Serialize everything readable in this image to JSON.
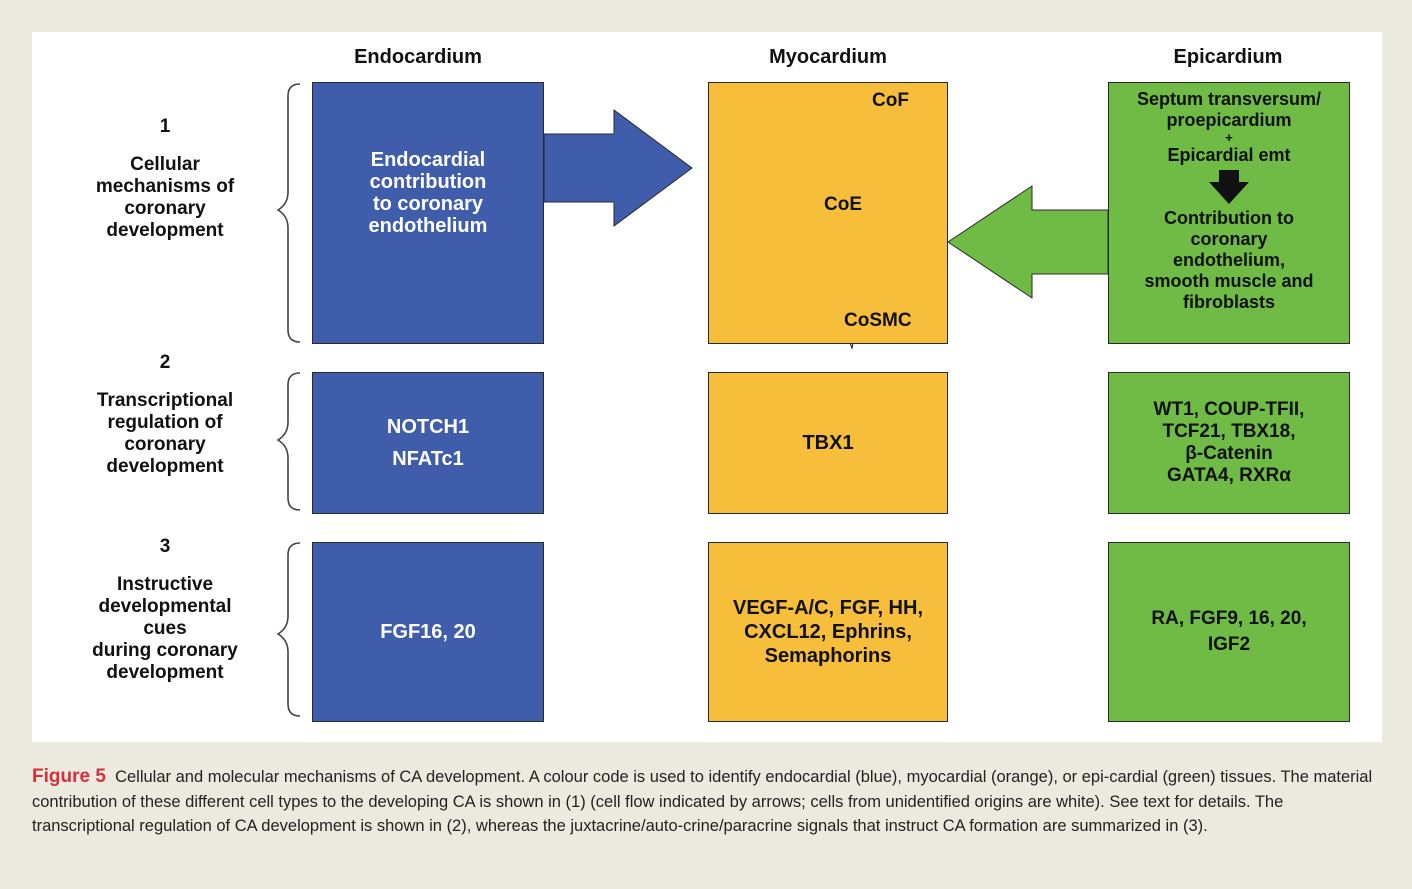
{
  "columns": {
    "endocardium": "Endocardium",
    "myocardium": "Myocardium",
    "epicardium": "Epicardium"
  },
  "rows": [
    {
      "num": "1",
      "lines": [
        "Cellular",
        "mechanisms of",
        "coronary",
        "development"
      ]
    },
    {
      "num": "2",
      "lines": [
        "Transcriptional",
        "regulation of",
        "coronary",
        "development"
      ]
    },
    {
      "num": "3",
      "lines": [
        "Instructive",
        "developmental",
        "cues",
        "during coronary",
        "development"
      ]
    }
  ],
  "row1": {
    "endo_lines": [
      "Endocardial",
      "contribution",
      "to coronary",
      "endothelium"
    ],
    "myo_labels": {
      "cof": "CoF",
      "coe": "CoE",
      "cosmc": "CoSMC"
    },
    "epi_lines_top": [
      "Septum transversum/",
      "proepicardium",
      "+",
      "Epicardial emt"
    ],
    "epi_lines_bottom": [
      "Contribution to",
      "coronary",
      "endothelium,",
      "smooth muscle and",
      "fibroblasts"
    ]
  },
  "row2": {
    "endo_lines": [
      "NOTCH1",
      "NFATc1"
    ],
    "myo_lines": [
      "TBX1"
    ],
    "epi_lines": [
      "WT1, COUP-TFII,",
      "TCF21, TBX18,",
      "β-Catenin",
      "GATA4, RXRα"
    ]
  },
  "row3": {
    "endo_lines": [
      "FGF16, 20"
    ],
    "myo_lines": [
      "VEGF-A/C, FGF, HH,",
      "CXCL12, Ephrins,",
      "Semaphorins"
    ],
    "epi_lines": [
      "RA, FGF9, 16, 20,",
      "IGF2"
    ]
  },
  "caption": {
    "figure_label": "Figure 5",
    "text": "Cellular and molecular mechanisms of CA development. A colour code is used to identify endocardial (blue), myocardial (orange), or epi-cardial (green) tissues. The material contribution of these different cell types to the developing CA is shown in (1) (cell flow indicated by arrows; cells from unidentified origins are white). See text for details. The transcriptional regulation of CA development is shown in (2), whereas the juxtacrine/auto-crine/paracrine signals that instruct CA formation are summarized in (3)."
  },
  "colors": {
    "blue": "#3f5daa",
    "orange": "#f7be3c",
    "green": "#6fbb45",
    "figure_label": "#d7303c"
  }
}
